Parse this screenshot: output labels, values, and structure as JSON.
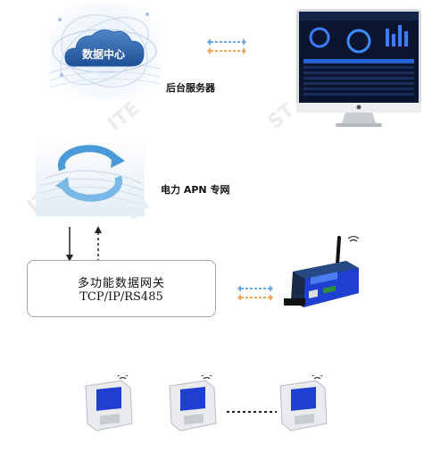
{
  "nodes": {
    "data_center": {
      "label": "数据中心"
    },
    "backend_server": {
      "label": "后台服务器"
    },
    "power_apn": {
      "label": "电力 APN 专网"
    },
    "gateway": {
      "line1": "多功能数据网关",
      "line2": "TCP/IP/RS485"
    }
  },
  "colors": {
    "arrow_blue": "#6fa8dc",
    "arrow_orange": "#f0a65a",
    "device_blue": "#1f3fd0",
    "device_body": "#e9ebee",
    "gateway_body": "#1a2a4a"
  },
  "icons": {
    "data_center": "cloud-icon",
    "network": "circular-arrows-icon",
    "monitor": "monitor-icon",
    "gateway_device": "router-icon",
    "sensor": "sensor-device-icon",
    "wifi": "wifi-icon"
  }
}
